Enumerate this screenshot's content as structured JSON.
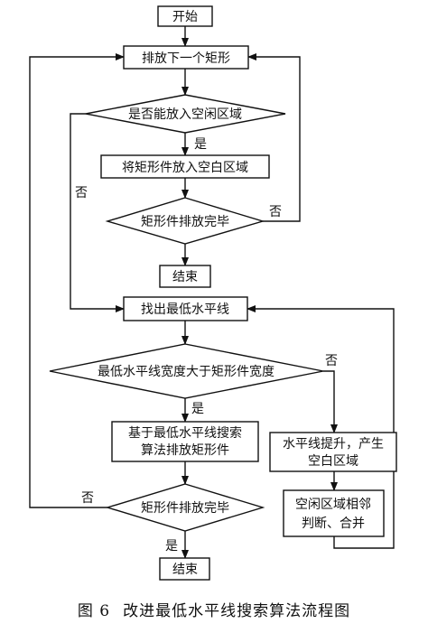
{
  "nodes": {
    "start": "开始",
    "next_rect": "排放下一个矩形",
    "decision_fit_free": "是否能放入空闲区域",
    "place_in_free": "将矩形件放入空白区域",
    "decision_done_1": "矩形件排放完毕",
    "end_1": "结束",
    "find_lowest": "找出最低水平线",
    "decision_width": "最低水平线宽度大于矩形件宽度",
    "place_lowest_line1": "基于最低水平线搜索",
    "place_lowest_line2": "算法排放矩形件",
    "raise_line1": "水平线提升，产生",
    "raise_line2": "空白区域",
    "merge_line1": "空闲区域相邻",
    "merge_line2": "判断、合并",
    "decision_done_2": "矩形件排放完毕",
    "end_2": "结束"
  },
  "edge_labels": {
    "fit_yes": "是",
    "fit_no": "否",
    "done1_no": "否",
    "width_yes": "是",
    "width_no": "否",
    "done2_no": "否",
    "done2_yes": "是"
  },
  "caption": {
    "figure_no": "图 6",
    "title": "改进最低水平线搜索算法流程图"
  }
}
